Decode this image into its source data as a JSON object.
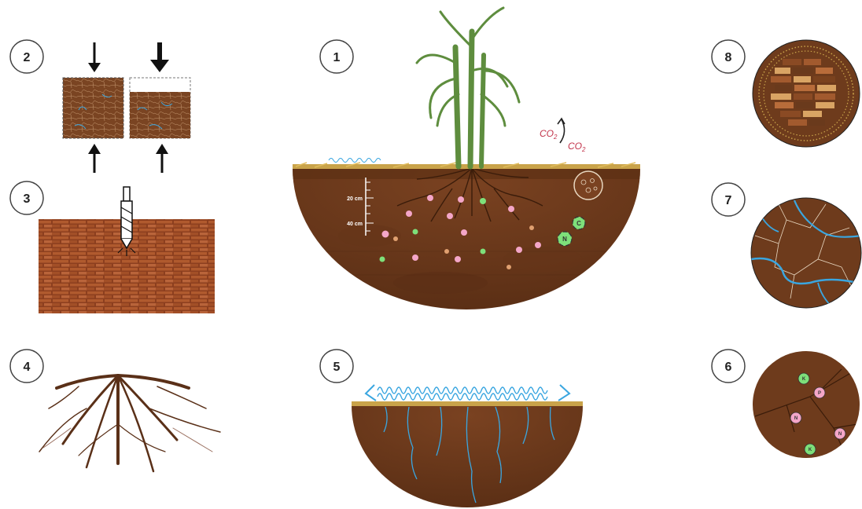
{
  "panels": [
    {
      "id": "1",
      "number": "1"
    },
    {
      "id": "2",
      "number": "2"
    },
    {
      "id": "3",
      "number": "3"
    },
    {
      "id": "4",
      "number": "4"
    },
    {
      "id": "5",
      "number": "5"
    },
    {
      "id": "6",
      "number": "6"
    },
    {
      "id": "7",
      "number": "7"
    },
    {
      "id": "8",
      "number": "8"
    }
  ],
  "depth_scale": {
    "mark_20": "20 cm",
    "mark_40": "40 cm"
  },
  "co2": {
    "down_base": "CO",
    "down_sub": "2",
    "up_base": "CO",
    "up_sub": "2"
  },
  "nutrient_labels": {
    "nitrogen": "N",
    "phosphorus": "P",
    "potassium": "K",
    "carbon": "C"
  },
  "colors": {
    "soil": "#6e3b1c",
    "soil_dark": "#4a2610",
    "straw": "#c9a34a",
    "water": "#3aa6e0",
    "plant": "#5e8d3e",
    "nutrient_pink": "#f4a6c8",
    "nutrient_green": "#7ee07a",
    "brick": "#a04a28",
    "co2_text": "#c2334a"
  }
}
